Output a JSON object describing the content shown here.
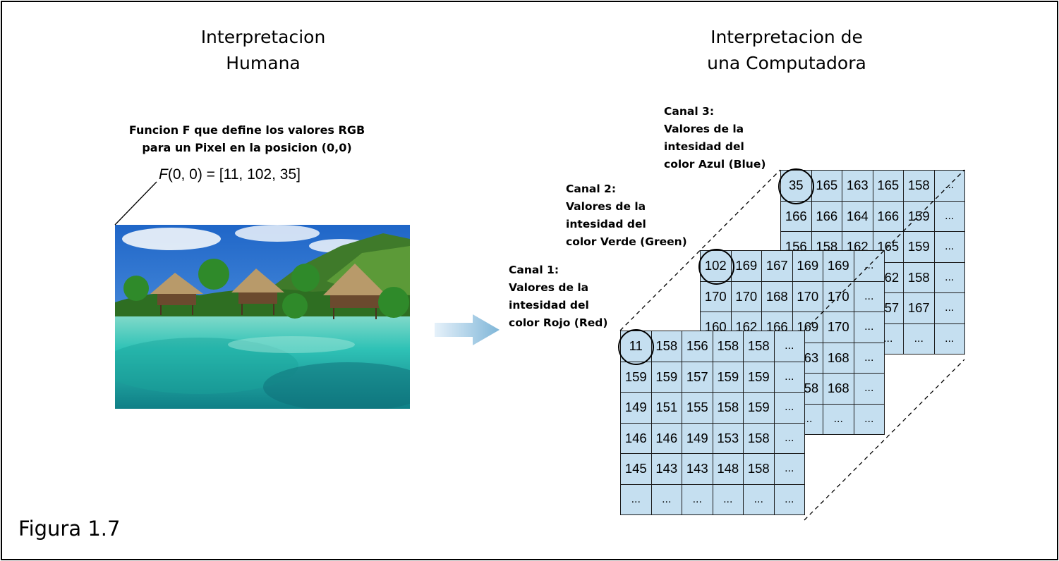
{
  "left_title": [
    "Interpretacion",
    "Humana"
  ],
  "right_title": [
    "Interpretacion de",
    "una Computadora"
  ],
  "function_caption": [
    "Funcion F que define los valores RGB",
    "para un Pixel en la posicion (0,0)"
  ],
  "formula": {
    "fn": "F",
    "rest": "(0, 0) = [11, 102, 35]"
  },
  "channels": {
    "blue": {
      "label": [
        "Canal 3:",
        "Valores de la",
        "intesidad del",
        "color Azul (Blue)"
      ],
      "rows": [
        [
          "35",
          "165",
          "163",
          "165",
          "158",
          "..."
        ],
        [
          "166",
          "166",
          "164",
          "166",
          "159",
          "..."
        ],
        [
          "156",
          "158",
          "162",
          "165",
          "159",
          "..."
        ],
        [
          "",
          "",
          "",
          "162",
          "158",
          "..."
        ],
        [
          "",
          "",
          "",
          "157",
          "167",
          "..."
        ],
        [
          "",
          "",
          "",
          "...",
          "...",
          "..."
        ]
      ]
    },
    "green": {
      "label": [
        "Canal 2:",
        "Valores de la",
        "intesidad del",
        "color Verde (Green)"
      ],
      "rows": [
        [
          "102",
          "169",
          "167",
          "169",
          "169",
          "..."
        ],
        [
          "170",
          "170",
          "168",
          "170",
          "170",
          "..."
        ],
        [
          "160",
          "162",
          "166",
          "169",
          "170",
          "..."
        ],
        [
          "",
          "",
          "",
          "163",
          "168",
          "..."
        ],
        [
          "",
          "",
          "",
          "158",
          "168",
          "..."
        ],
        [
          "",
          "",
          "",
          "...",
          "...",
          "..."
        ]
      ]
    },
    "red": {
      "label": [
        "Canal 1:",
        "Valores de la",
        "intesidad del",
        "color Rojo (Red)"
      ],
      "rows": [
        [
          "11",
          "158",
          "156",
          "158",
          "158",
          "..."
        ],
        [
          "159",
          "159",
          "157",
          "159",
          "159",
          "..."
        ],
        [
          "149",
          "151",
          "155",
          "158",
          "159",
          "..."
        ],
        [
          "146",
          "146",
          "149",
          "153",
          "158",
          "..."
        ],
        [
          "145",
          "143",
          "143",
          "148",
          "158",
          "..."
        ],
        [
          "...",
          "...",
          "...",
          "...",
          "...",
          "..."
        ]
      ]
    }
  },
  "figure_label": "Figura 1.7",
  "colors": {
    "cell_fill": "#c5dff0",
    "arrow": "#7fb6d8",
    "water": "#2fc2b6",
    "sky": "#2e7bd6"
  }
}
